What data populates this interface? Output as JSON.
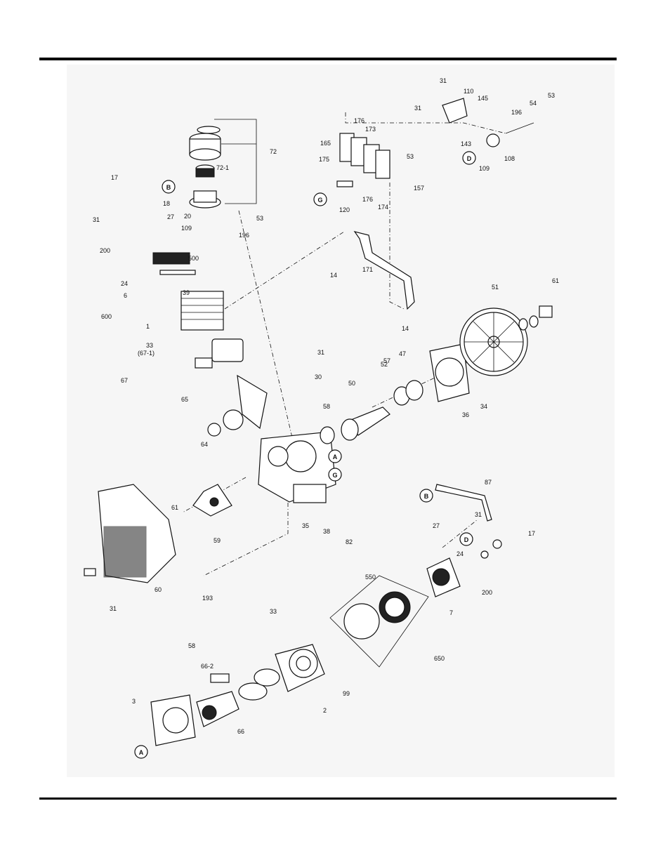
{
  "figure": {
    "callout_letters": [
      "A",
      "B",
      "D",
      "G"
    ],
    "part_numbers": [
      "1",
      "2",
      "3",
      "6",
      "7",
      "14",
      "14",
      "17",
      "17",
      "18",
      "20",
      "24",
      "24",
      "27",
      "27",
      "30",
      "31",
      "31",
      "31",
      "31",
      "31",
      "31",
      "33",
      "33",
      "34",
      "35",
      "36",
      "38",
      "39",
      "47",
      "50",
      "51",
      "52",
      "53",
      "53",
      "53",
      "54",
      "57",
      "58",
      "58",
      "59",
      "60",
      "61",
      "61",
      "64",
      "65",
      "66",
      "66-2",
      "67",
      "(67-1)",
      "72",
      "72-1",
      "82",
      "87",
      "99",
      "108",
      "109",
      "109",
      "110",
      "120",
      "143",
      "145",
      "157",
      "165",
      "171",
      "173",
      "174",
      "175",
      "176",
      "176",
      "193",
      "196",
      "196",
      "200",
      "200",
      "500",
      "550",
      "600",
      "650"
    ]
  }
}
